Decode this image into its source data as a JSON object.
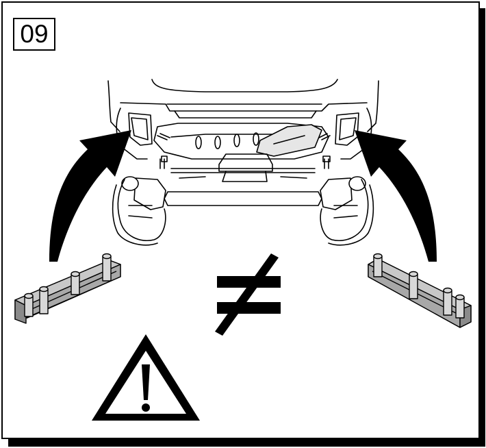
{
  "step": {
    "number": "09"
  },
  "colors": {
    "ink": "#000000",
    "paper": "#ffffff",
    "bracket_light": "#c8c8c8",
    "bracket_dark": "#8a8a8a"
  },
  "icons": [
    "car-rear-underside-illustration",
    "curved-arrow-left",
    "curved-arrow-right",
    "bracket-left",
    "bracket-right",
    "not-equal-icon",
    "warning-triangle-icon"
  ]
}
